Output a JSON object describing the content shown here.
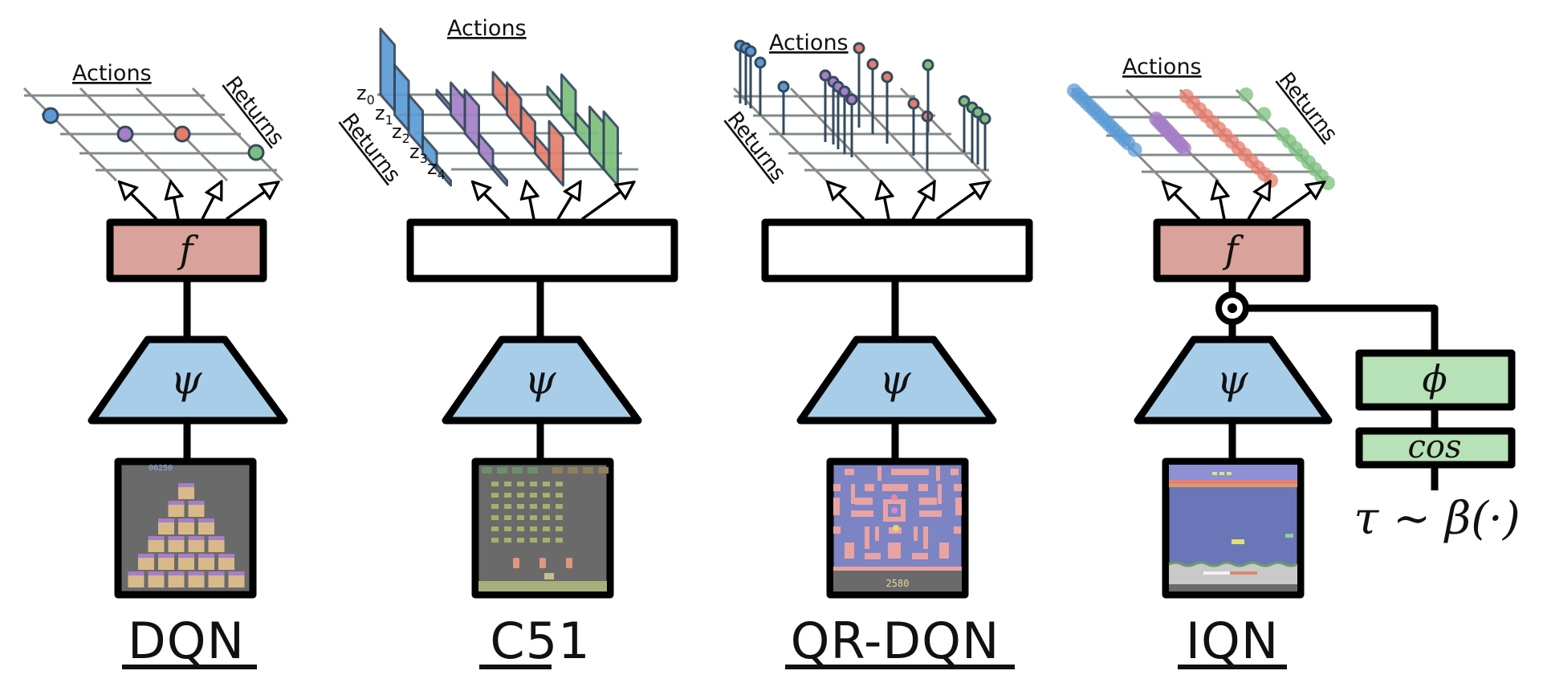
{
  "figure": {
    "panels": [
      {
        "id": "dqn",
        "name": "DQN",
        "actions_label": "Actions",
        "returns_label": "Returns",
        "head_label": "f",
        "body_label": "ψ",
        "head_color": "#d9a29a",
        "game": "qbert",
        "game_score": "06250",
        "output": "point estimate per action"
      },
      {
        "id": "c51",
        "name": "C51",
        "actions_label": "Actions",
        "returns_label": "Returns",
        "atom_labels": [
          "z0",
          "z1",
          "z2",
          "z3",
          "z4"
        ],
        "head_label": "",
        "body_label": "ψ",
        "head_color": "#ffffff",
        "game": "space-invaders",
        "output": "categorical distribution over fixed atoms"
      },
      {
        "id": "qr-dqn",
        "name": "QR-DQN",
        "actions_label": "Actions",
        "returns_label": "Returns",
        "head_label": "",
        "body_label": "ψ",
        "head_color": "#ffffff",
        "game": "ms-pacman",
        "game_score": "2580",
        "output": "fixed set of quantile samples"
      },
      {
        "id": "iqn",
        "name": "IQN",
        "actions_label": "Actions",
        "returns_label": "Returns",
        "head_label": "f",
        "body_label": "ψ",
        "head_color": "#d9a29a",
        "merge_op": "⊙",
        "embed_label": "ϕ",
        "cos_label": "cos",
        "sample_formula": "τ ∼ β(·)",
        "game": "seaquest",
        "output": "many sampled quantiles"
      }
    ],
    "colors": {
      "action1": "#5b9bd5",
      "action2": "#a57fc6",
      "action3": "#e57d6b",
      "action4": "#7cbf7c",
      "trunk": "#a8cde9",
      "embed": "#b7e1b7",
      "stroke_dark": "#34495e"
    }
  }
}
